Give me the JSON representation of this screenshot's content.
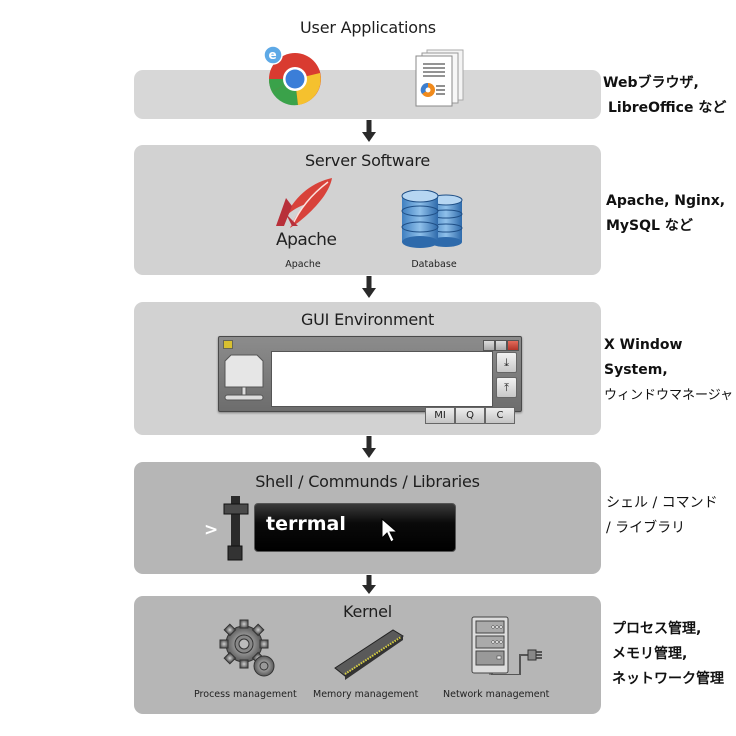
{
  "layers": [
    {
      "title": "User Applications",
      "icons": [
        "web-browser-icon",
        "office-documents-icon"
      ],
      "note": [
        "Webブラウザ,",
        "LibreOffice など"
      ]
    },
    {
      "title": "Server Software",
      "items": [
        {
          "icon": "apache-feather-icon",
          "logo_text": "Apache",
          "caption": "Apache"
        },
        {
          "icon": "database-icon",
          "caption": "Database"
        }
      ],
      "note": [
        "Apache, Nginx,",
        "MySQL など"
      ]
    },
    {
      "title": "GUI Environment",
      "window": {
        "side_buttons": [
          "⤓",
          "⤒"
        ],
        "bottom_buttons": [
          "MI",
          "Q",
          "C"
        ]
      },
      "note": [
        "X Window",
        "System,",
        "ウィンドウマネージャ"
      ]
    },
    {
      "title": "Shell / Communds / Libraries",
      "prompt": ">",
      "terminal_text": "terrmal",
      "note": [
        "シェル / コマンド",
        "/ ライブラリ"
      ]
    },
    {
      "title": "Kernel",
      "items": [
        {
          "icon": "gears-icon",
          "caption": "Process management"
        },
        {
          "icon": "memory-module-icon",
          "caption": "Memory management"
        },
        {
          "icon": "server-network-icon",
          "caption": "Network management"
        }
      ],
      "note": [
        "プロセス管理,",
        "メモリ管理,",
        "ネットワーク管理"
      ]
    }
  ],
  "colors": {
    "layer_light": "#d7d7d7",
    "layer_dark": "#b6b6b6",
    "arrow": "#2a2a2a",
    "terminal_bg": "#000000"
  }
}
